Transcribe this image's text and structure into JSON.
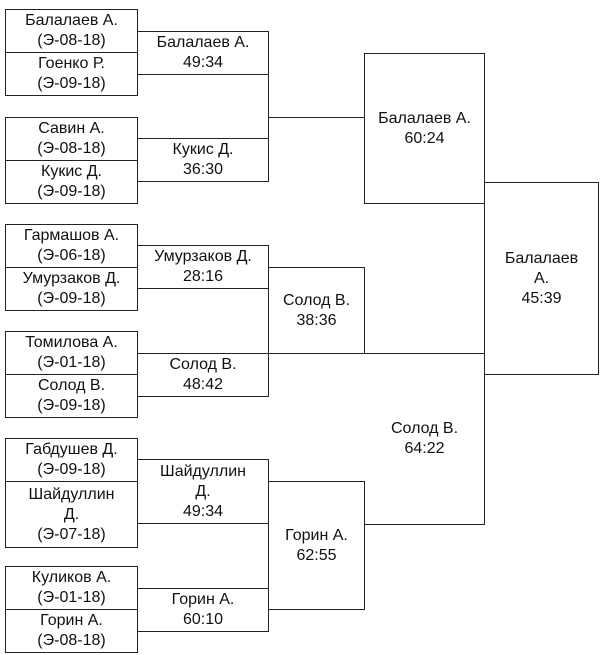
{
  "bracket": {
    "players": [
      {
        "name": "Балалаев А.",
        "group": "(Э-08-18)"
      },
      {
        "name": "Гоенко Р.",
        "group": "(Э-09-18)"
      },
      {
        "name": "Савин А.",
        "group": "(Э-08-18)"
      },
      {
        "name": "Кукис Д.",
        "group": "(Э-09-18)"
      },
      {
        "name": "Гармашов А.",
        "group": "(Э-06-18)"
      },
      {
        "name": "Умурзаков Д.",
        "group": "(Э-09-18)"
      },
      {
        "name": "Томилова А.",
        "group": "(Э-01-18)"
      },
      {
        "name": "Солод В.",
        "group": "(Э-09-18)"
      },
      {
        "name": "Габдушев Д.",
        "group": "(Э-09-18)"
      },
      {
        "name": "Шайдуллин Д.",
        "group": "(Э-07-18)"
      },
      {
        "name": "Куликов А.",
        "group": "(Э-01-18)"
      },
      {
        "name": "Горин А.",
        "group": "(Э-08-18)"
      }
    ],
    "round1": [
      {
        "winner": "Балалаев А.",
        "score": "49:34"
      },
      {
        "winner": "Кукис Д.",
        "score": "36:30"
      },
      {
        "winner": "Умурзаков Д.",
        "score": "28:16"
      },
      {
        "winner": "Солод В.",
        "score": "48:42"
      },
      {
        "winner": "Шайдуллин Д.",
        "score": "49:34"
      },
      {
        "winner": "Горин А.",
        "score": "60:10"
      }
    ],
    "round2": [
      {
        "winner": "Солод В.",
        "score": "38:36"
      },
      {
        "winner": "Горин А.",
        "score": "62:55"
      }
    ],
    "semifinal": [
      {
        "winner": "Балалаев А.",
        "score": "60:24"
      },
      {
        "winner": "Солод В.",
        "score": "64:22"
      }
    ],
    "final": {
      "winner": "Балалаев А.",
      "score": "45:39"
    }
  }
}
